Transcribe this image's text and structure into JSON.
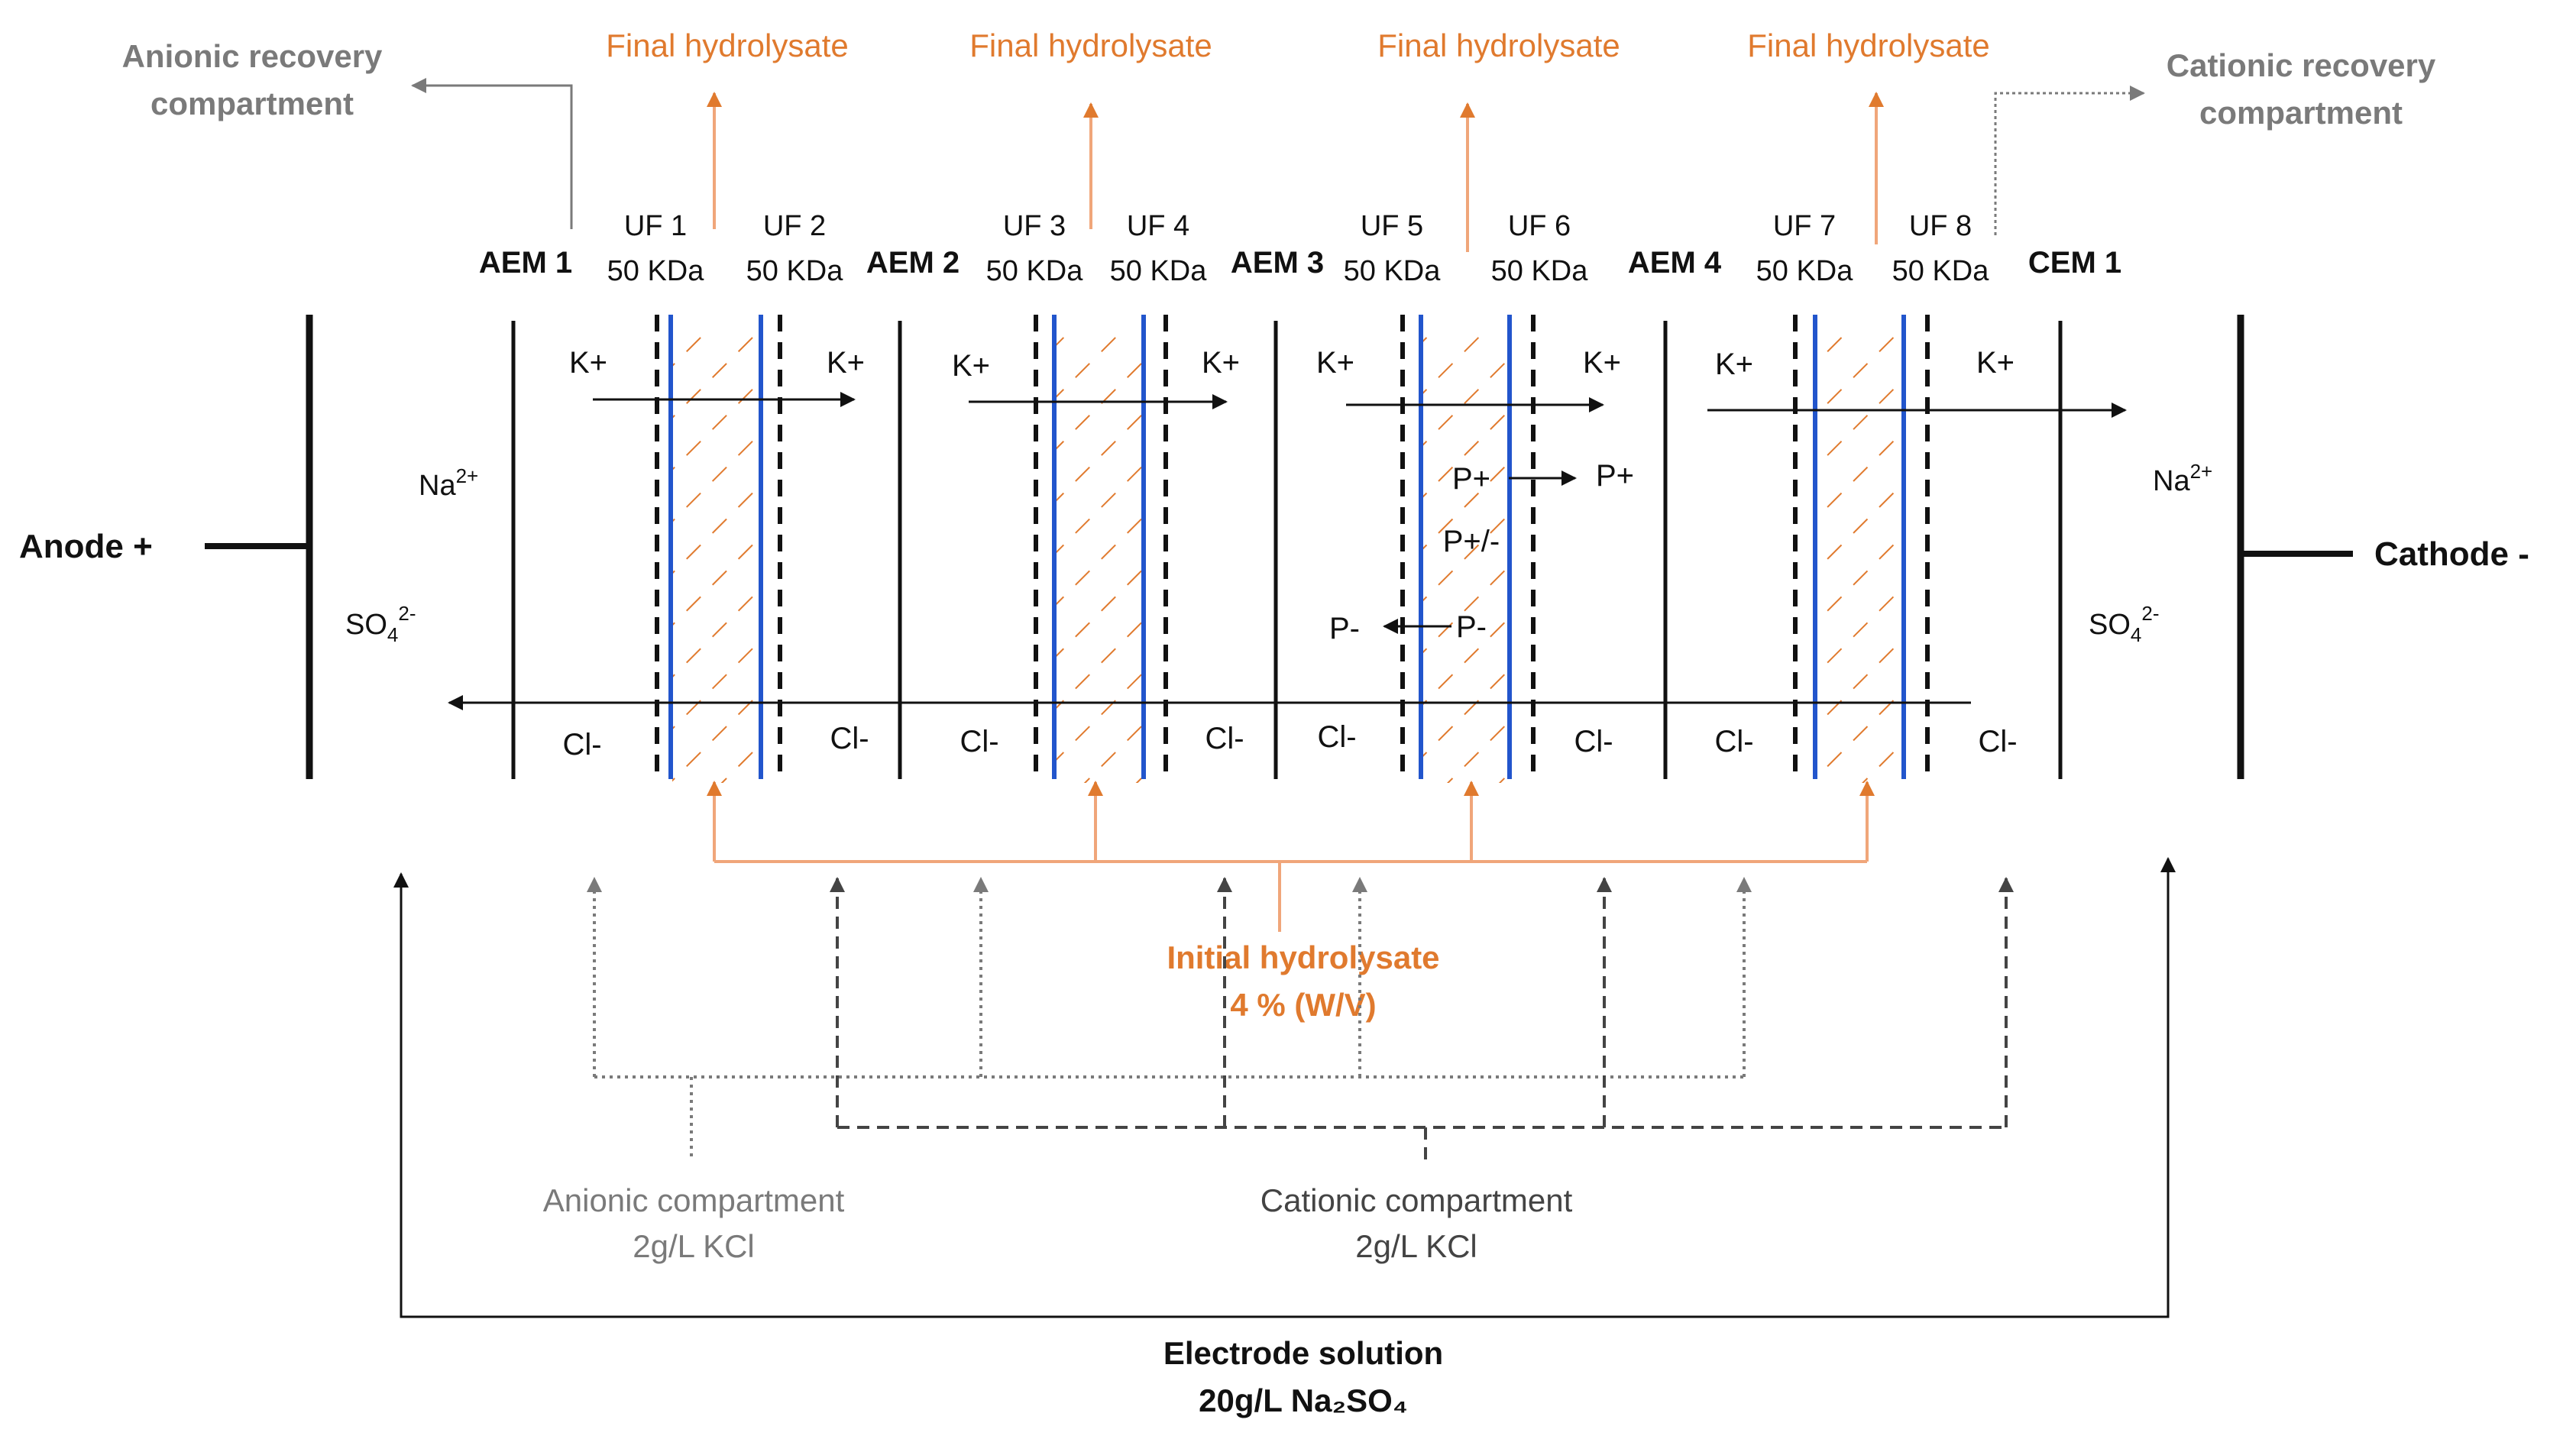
{
  "colors": {
    "orange": "#e07a2e",
    "orange_light": "#f0a67a",
    "blue": "#2255cc",
    "grey": "#7a7a7a",
    "black": "#111111"
  },
  "electrodes": {
    "anode": "Anode +",
    "cathode": "Cathode -"
  },
  "membranes": {
    "aem1": "AEM 1",
    "aem2": "AEM 2",
    "aem3": "AEM 3",
    "aem4": "AEM 4",
    "cem1": "CEM 1",
    "uf1": "UF 1",
    "uf2": "UF 2",
    "uf3": "UF 3",
    "uf4": "UF 4",
    "uf5": "UF 5",
    "uf6": "UF 6",
    "uf7": "UF 7",
    "uf8": "UF 8",
    "mwco": "50 KDa"
  },
  "outputs": {
    "final_hydrolysate": "Final hydrolysate",
    "anionic_recovery": [
      "Anionic recovery",
      "compartment"
    ],
    "cationic_recovery": [
      "Cationic recovery",
      "compartment"
    ]
  },
  "ions": {
    "k_plus": "K+",
    "cl_minus": "Cl-",
    "na": "Na",
    "na_charge": "2+",
    "so4": "SO",
    "so4_sub": "4",
    "so4_charge": "2-",
    "p_plus": "P+",
    "p_zwitter": "P+/-",
    "p_minus": "P-"
  },
  "inputs": {
    "initial_hydrolysate": [
      "Initial hydrolysate",
      "4 % (W/V)"
    ],
    "anionic_compartment": [
      "Anionic compartment",
      "2g/L KCl"
    ],
    "cationic_compartment": [
      "Cationic compartment",
      "2g/L KCl"
    ],
    "electrode_solution": [
      "Electrode solution",
      "20g/L Na₂SO₄"
    ]
  }
}
